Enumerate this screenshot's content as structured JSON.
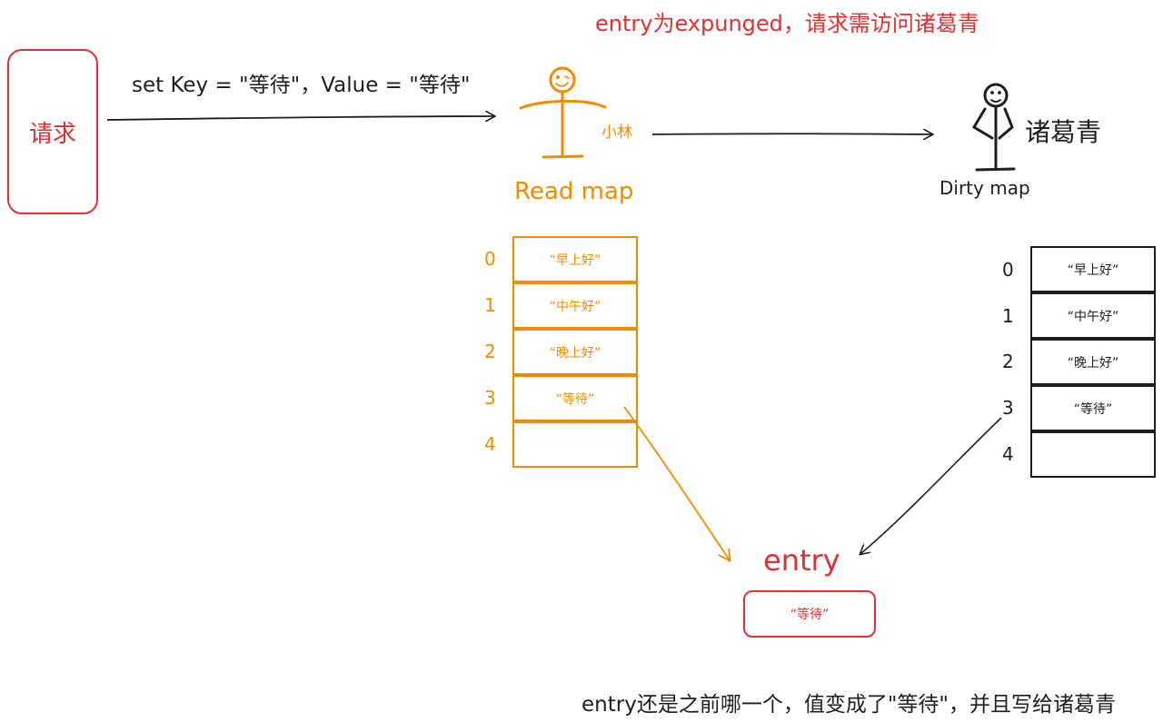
{
  "title": "entry为expunged，请求需访问诸葛青",
  "request": {
    "label": "请求"
  },
  "set_label": "set Key = \"等待\"，Value = \"等待\"",
  "read_actor": {
    "name": "小林",
    "map_title": "Read map"
  },
  "dirty_actor": {
    "name": "诸葛青",
    "map_title": "Dirty map"
  },
  "read_map": {
    "rows": [
      {
        "index": "0",
        "value": "“早上好”"
      },
      {
        "index": "1",
        "value": "“中午好”"
      },
      {
        "index": "2",
        "value": "“晚上好”"
      },
      {
        "index": "3",
        "value": "“等待”"
      },
      {
        "index": "4",
        "value": ""
      }
    ]
  },
  "dirty_map": {
    "rows": [
      {
        "index": "0",
        "value": "“早上好”"
      },
      {
        "index": "1",
        "value": "“中午好”"
      },
      {
        "index": "2",
        "value": "“晚上好”"
      },
      {
        "index": "3",
        "value": "“等待”"
      },
      {
        "index": "4",
        "value": ""
      }
    ]
  },
  "entry": {
    "title": "entry",
    "value": "“等待”"
  },
  "footer": "entry还是之前哪一个，值变成了\"等待\"，并且写给诸葛青",
  "colors": {
    "red": "#e03131",
    "orange": "#f08c00",
    "black": "#1e1e1e"
  }
}
